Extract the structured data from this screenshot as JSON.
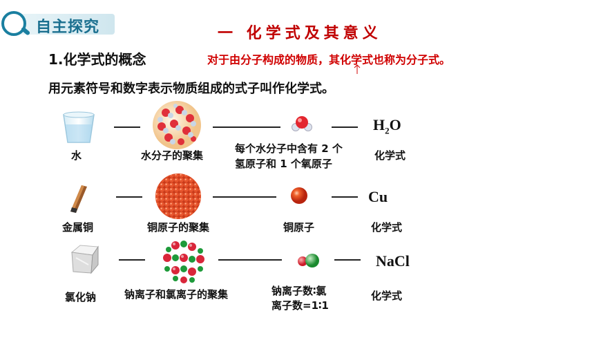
{
  "header": {
    "badge_label": "自主探究",
    "main_title": "一  化学式及其意义"
  },
  "section": {
    "title": "1.化学式的概念",
    "note": "对于由分子构成的物质，其化学式也称为分子式。",
    "definition": "用元素符号和数字表示物质组成的式子叫作化学式。"
  },
  "rows": [
    {
      "substance": "水",
      "aggregate": "水分子的聚集",
      "particle_line1": "每个水分子中含有 2 个",
      "particle_line2": "氢原子和 1 个氧原子",
      "formula_main": "H",
      "formula_sub": "2",
      "formula_end": "O",
      "formula_label": "化学式"
    },
    {
      "substance": "金属铜",
      "aggregate": "铜原子的聚集",
      "particle_line1": "铜原子",
      "formula_main": "Cu",
      "formula_label": "化学式"
    },
    {
      "substance": "氯化钠",
      "aggregate": "钠离子和氯离子的聚集",
      "particle_line1": "钠离子数∶氯",
      "particle_line2": "离子数=1∶1",
      "formula_main": "NaCl",
      "formula_label": "化学式"
    }
  ],
  "colors": {
    "accent": "#1a6f8f",
    "title_red": "#c00000",
    "note_red": "#d00000"
  }
}
